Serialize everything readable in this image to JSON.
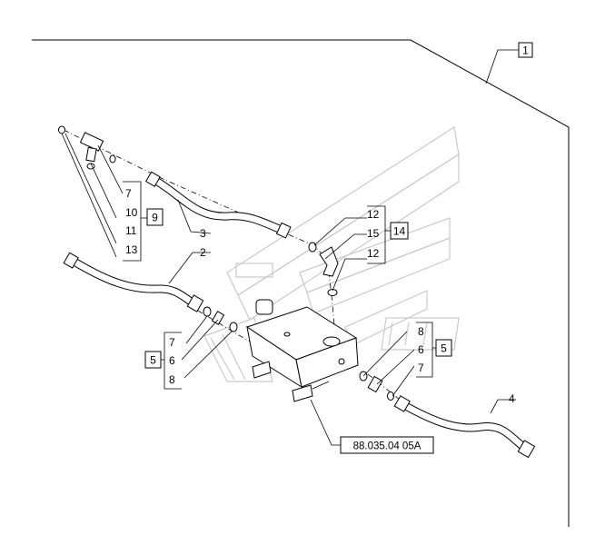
{
  "diagram": {
    "reference_code": "88.035.04 05A",
    "callouts": {
      "c1": "1",
      "c2": "2",
      "c3": "3",
      "c4": "4",
      "c5_left": "5",
      "c6_left": "6",
      "c7_left": "7",
      "c8_left": "8",
      "c5_right": "5",
      "c6_right": "6",
      "c7_right": "7",
      "c8_right": "8",
      "c7_top": "7",
      "c9": "9",
      "c10": "10",
      "c11": "11",
      "c13": "13",
      "c12_a": "12",
      "c12_b": "12",
      "c14": "14",
      "c15": "15"
    }
  }
}
